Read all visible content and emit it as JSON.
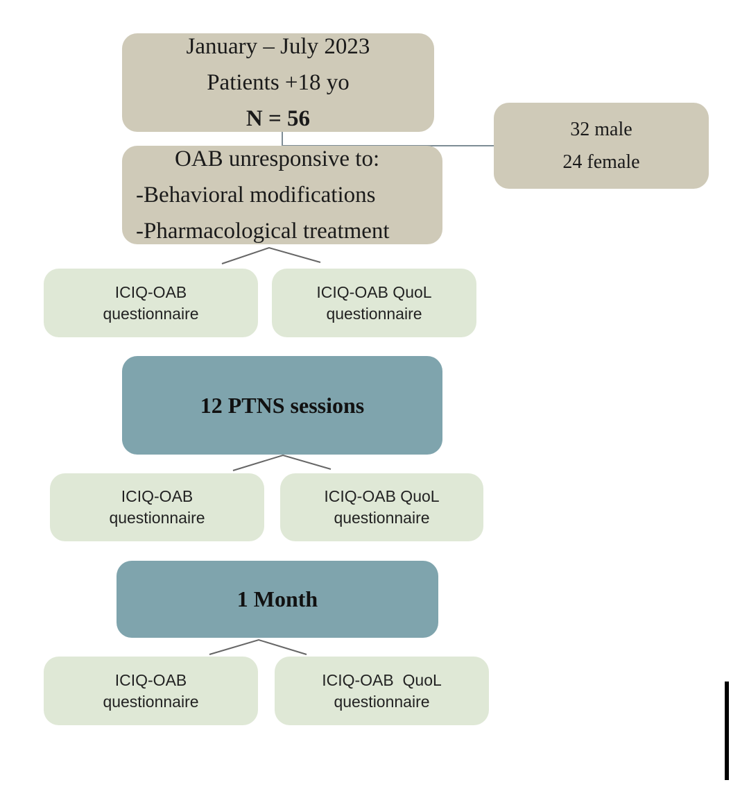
{
  "cohort": {
    "period": "January – July 2023",
    "age": "Patients +18 yo",
    "n": "N = 56"
  },
  "sex": {
    "male": "32 male",
    "female": "24 female"
  },
  "inclusion": {
    "title": "OAB unresponsive to:",
    "item1": "-Behavioral modifications",
    "item2": "-Pharmacological treatment"
  },
  "baseline": {
    "q1_line1": "ICIQ-OAB",
    "q1_line2": "questionnaire",
    "q2_line1": "ICIQ-OAB QuoL",
    "q2_line2": "questionnaire"
  },
  "intervention": {
    "label": "12 PTNS sessions"
  },
  "post": {
    "q1_line1": "ICIQ-OAB",
    "q1_line2": "questionnaire",
    "q2_line1": "ICIQ-OAB QuoL",
    "q2_line2": "questionnaire"
  },
  "followup": {
    "label": "1 Month"
  },
  "final": {
    "q1_line1": "ICIQ-OAB",
    "q1_line2": "questionnaire",
    "q2_line1": "ICIQ-OAB  QuoL",
    "q2_line2": "questionnaire"
  }
}
